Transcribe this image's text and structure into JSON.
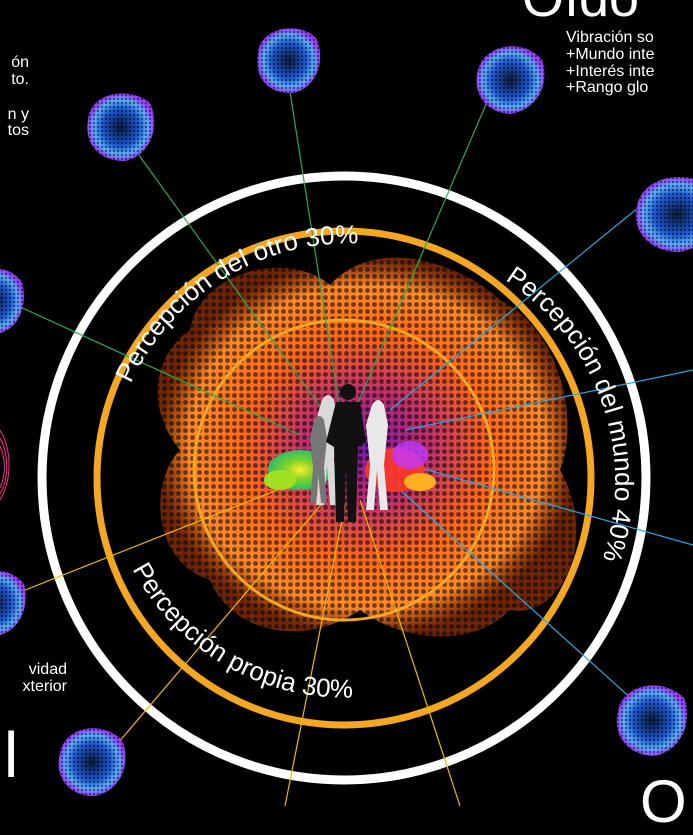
{
  "title_fragment": "Oído",
  "top_right_lines": [
    "Vibración so",
    "+Mundo inte",
    "+Interés inte",
    "+Rango glo"
  ],
  "top_left_lines": [
    "ón",
    "to.",
    "n y",
    "tos"
  ],
  "bottom_left_lines": [
    "vidad",
    "xterior"
  ],
  "left_bottom_glyph": "l",
  "bottom_right_glyph": "O",
  "arc_labels": {
    "otro": "Percepción del otro 30%",
    "mundo": "Percepción del mundo 40%",
    "propia": "Percepción propia 30%"
  },
  "colors": {
    "background": "#000000",
    "outer_ring": "#ffffff",
    "inner_rings": "#f5a623",
    "line_otro": "#2fa84f",
    "line_mundo": "#29a8e0",
    "line_propia": "#f5b800",
    "particle_orange": "#ff7a1a",
    "particle_blue": "#2a8cff",
    "particle_purple": "#9b3cff"
  },
  "icons": [
    "particle-sphere-icon",
    "human-silhouettes-icon",
    "color-splash-icon"
  ]
}
